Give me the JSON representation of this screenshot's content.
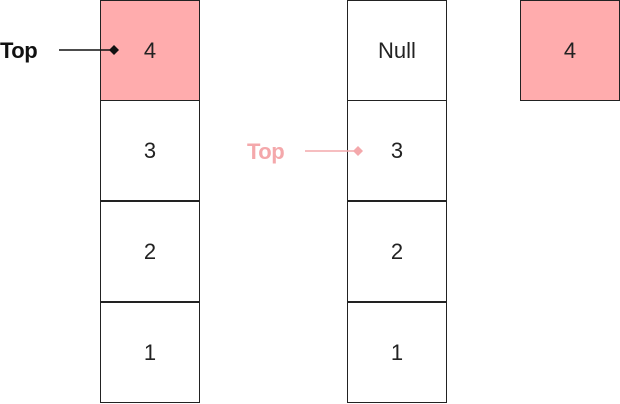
{
  "colors": {
    "highlight": "#ffacad",
    "border": "#222222",
    "pointer_active": "#111111",
    "pointer_inactive": "#f4a8ab"
  },
  "stack_before": {
    "cells": [
      "4",
      "3",
      "2",
      "1"
    ],
    "highlighted_index": 0,
    "pointer_label": "Top",
    "pointer_index": 0
  },
  "stack_after": {
    "cells": [
      "Null",
      "3",
      "2",
      "1"
    ],
    "pointer_label": "Top",
    "pointer_index": 1
  },
  "popped_item": {
    "value": "4"
  }
}
